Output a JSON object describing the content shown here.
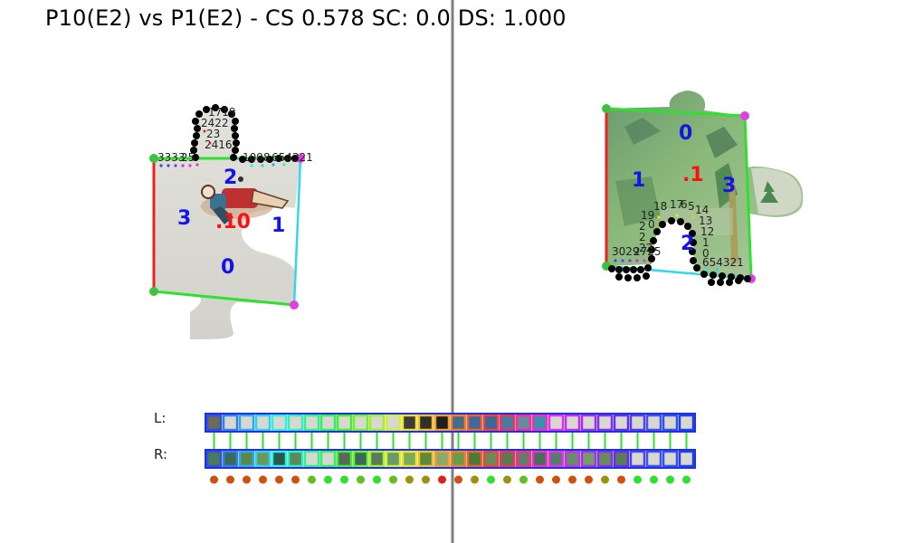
{
  "header": {
    "title": "P10(E2) vs P1(E2) - CS 0.578 SC: 0.0 DS: 1.000"
  },
  "left_piece": {
    "center_label": ".10",
    "edge_labels": [
      "0",
      "1",
      "2",
      "3"
    ]
  },
  "right_piece": {
    "center_label": ".1",
    "edge_labels": [
      "0",
      "1",
      "2",
      "3"
    ]
  },
  "strip": {
    "left_label": "L:",
    "right_label": "R:",
    "left_colors": [
      "#6b6b5a",
      "#d8d8d0",
      "#d8d8d0",
      "#d8d8d0",
      "#d8d8d0",
      "#d8d8d0",
      "#d8d8d0",
      "#d8d8d0",
      "#d8d8d0",
      "#d8d8d0",
      "#d8d8d0",
      "#d8d8d0",
      "#3c3c3c",
      "#2f2f2f",
      "#1f1f1f",
      "#4a6a8a",
      "#406a9a",
      "#3a6898",
      "#4a7aa0",
      "#6a8aa0",
      "#3a90a8",
      "#d8d8d0",
      "#d8d8d0",
      "#d8d8d0",
      "#d8d8d0",
      "#d8d8d0",
      "#d8d8d0",
      "#d8d8d0",
      "#d8d8d0",
      "#d8d8d0"
    ],
    "left_borders": [
      "#3050e0",
      "#3080f0",
      "#30a8f0",
      "#30d0f0",
      "#30f0e0",
      "#30f0c0",
      "#30f090",
      "#30f060",
      "#40f030",
      "#70f030",
      "#a0f030",
      "#d0f030",
      "#f0e030",
      "#f0c030",
      "#f0a030",
      "#f08030",
      "#f06030",
      "#f04040",
      "#f03060",
      "#f03090",
      "#f030c0",
      "#e030f0",
      "#c030f0",
      "#a030f0",
      "#8030f0",
      "#6030f0",
      "#5040f0",
      "#4050f0",
      "#3050f0",
      "#2040f0"
    ],
    "right_colors": [
      "#4a7a5a",
      "#3a6a5a",
      "#5a8a4a",
      "#6a9a5a",
      "#2a5a4a",
      "#5a8a5a",
      "#d8d8d0",
      "#d8d8d0",
      "#5a6a5a",
      "#3a6a5a",
      "#5a7a5a",
      "#6a9a6a",
      "#7aaa5a",
      "#5a8a3a",
      "#8aaa6a",
      "#6a9a4a",
      "#4a7a3a",
      "#6a8a5a",
      "#5a7a4a",
      "#6a7a6a",
      "#4a6a5a",
      "#5a7a6a",
      "#6a8a6a",
      "#7a9a6a",
      "#6a8a5a",
      "#5a7a5a",
      "#d8d8d0",
      "#d8d8d0",
      "#d8d8d0",
      "#d8d8d0"
    ],
    "right_borders": [
      "#3050e0",
      "#3080f0",
      "#30a8f0",
      "#30d0f0",
      "#30f0e0",
      "#30f0c0",
      "#30f090",
      "#30f060",
      "#40f030",
      "#70f030",
      "#a0f030",
      "#d0f030",
      "#f0e030",
      "#f0c030",
      "#f0a030",
      "#f08030",
      "#f06030",
      "#f04040",
      "#f03060",
      "#f03090",
      "#f030c0",
      "#e030f0",
      "#c030f0",
      "#a030f0",
      "#8030f0",
      "#6030f0",
      "#5040f0",
      "#4050f0",
      "#3050f0",
      "#2040f0"
    ],
    "dot_colors": [
      "#d05010",
      "#d05010",
      "#d05010",
      "#d05010",
      "#d05010",
      "#d05010",
      "#60c020",
      "#30e030",
      "#30e030",
      "#60c020",
      "#30e030",
      "#60c020",
      "#a09010",
      "#a09010",
      "#e02020",
      "#d05010",
      "#a09010",
      "#30e030",
      "#a09010",
      "#60c020",
      "#d05010",
      "#d05010",
      "#d05010",
      "#d05010",
      "#a09010",
      "#d05010",
      "#30e030",
      "#30e030",
      "#30e030",
      "#30e030"
    ]
  }
}
